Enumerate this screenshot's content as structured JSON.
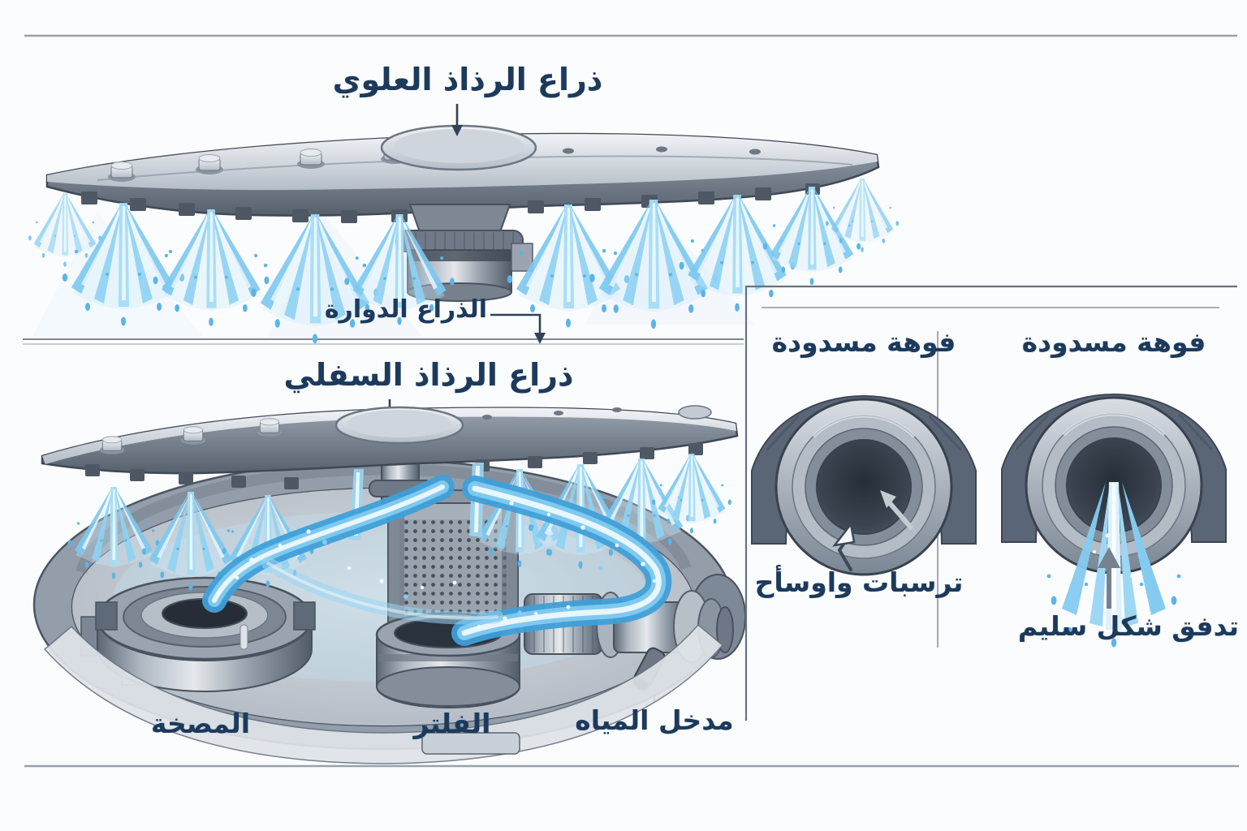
{
  "page": {
    "background": "#fbfcfe",
    "label_color": "#1c3a5c",
    "rule_color": "#96a1ab"
  },
  "main_diagram": {
    "upper_arm_label": "ذراع الرذاذ العلوي",
    "rotating_arm_label": "الذراع الدوارة",
    "lower_arm_label": "ذراع الرذاذ السفلي",
    "pump_label": "المصخة",
    "filter_label": "الفلتر",
    "water_inlet_label": "مدخل المياه"
  },
  "nozzle_panel": {
    "left_heading": "فوهة مسدودة",
    "right_heading": "فوهة مسدودة",
    "debris_caption": "ترسبات واوسأح",
    "flow_caption": "تدفق شكل سليم"
  },
  "palette": {
    "water_light": "#c7e8f9",
    "water_mid": "#7dc9f0",
    "water_deep": "#3f9fd8",
    "metal_light": "#e9ecf0",
    "metal_mid": "#aab3bd",
    "metal_dark": "#5d6774",
    "outline": "#3c4551",
    "debris_light": "#cdb77f",
    "debris_mid": "#97824f",
    "debris_dark": "#6b5c3a"
  }
}
